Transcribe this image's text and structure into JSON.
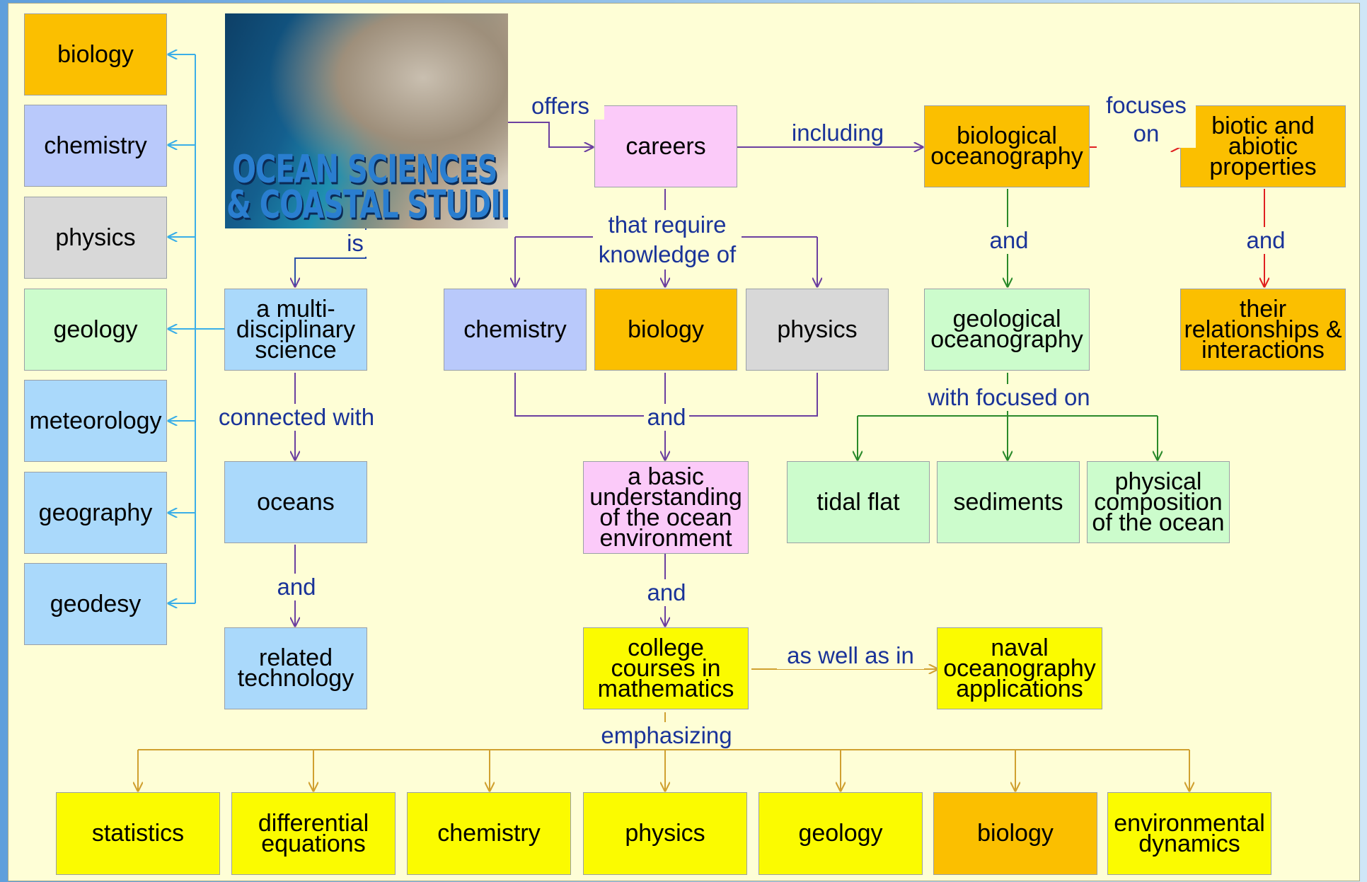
{
  "colors": {
    "orange": "#fbbf00",
    "lavender": "#b9c9fb",
    "gray": "#d8d8d8",
    "mint": "#ccfccc",
    "sky": "#aad9fb",
    "pink": "#fbcaf9",
    "yellow": "#fbfb00",
    "label": "#1a3399",
    "arrow_blue": "#3aaee8",
    "arrow_purple": "#6b3fa0",
    "arrow_green": "#2a8a2a",
    "arrow_red": "#e02020",
    "arrow_gold": "#d0a030"
  },
  "image": {
    "line1": "OCEAN SCIENCES",
    "line2": "& COASTAL STUDIES"
  },
  "left_column": [
    "biology",
    "chemistry",
    "physics",
    "geology",
    "meteorology",
    "geography",
    "geodesy"
  ],
  "nodes": {
    "multidisciplinary": "a multi-disciplinary science",
    "oceans": "oceans",
    "related_technology": "related technology",
    "careers": "careers",
    "chemistry": "chemistry",
    "biology": "biology",
    "physics": "physics",
    "basic_understanding": "a basic understanding of the ocean environment",
    "college_courses": "college courses in mathematics",
    "naval": "naval oceanography applications",
    "biological_oceanography": "biological oceanography",
    "biotic": "biotic and abiotic properties",
    "relationships": "their relationships & interactions",
    "geological_oceanography": "geological oceanography",
    "tidal_flat": "tidal flat",
    "sediments": "sediments",
    "physical_composition": "physical composition of the ocean"
  },
  "bottom_row": [
    "statistics",
    "differential equations",
    "chemistry",
    "physics",
    "geology",
    "biology",
    "environmental dynamics"
  ],
  "labels": {
    "is": "is",
    "offers": "offers",
    "connected_with": "connected with",
    "and_oceans": "and",
    "including": "including",
    "focuses_on": "focuses on",
    "that_require": "that require knowledge of",
    "and_sciences": "and",
    "and_basic": "and",
    "as_well_as_in": "as well as in",
    "emphasizing": "emphasizing",
    "and_bio_geo": "and",
    "and_biotic": "and",
    "with_focused_on": "with focused on"
  }
}
